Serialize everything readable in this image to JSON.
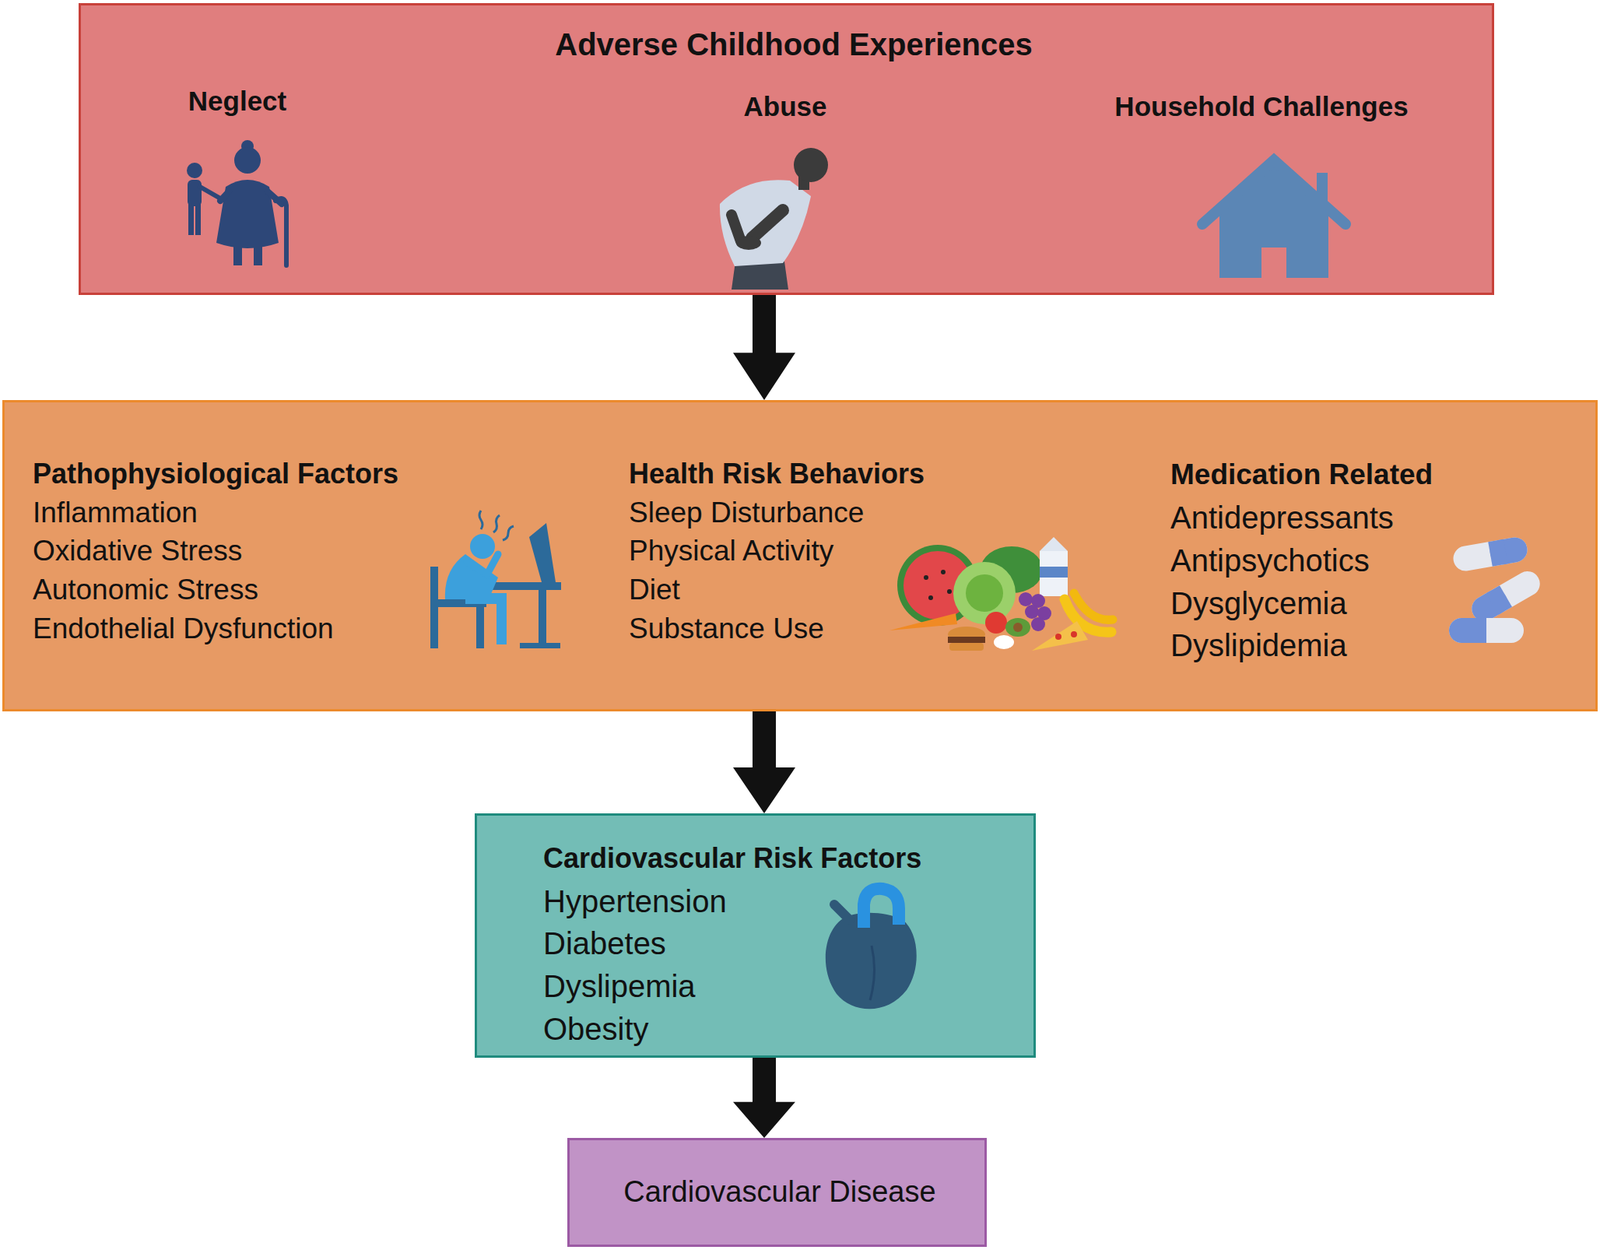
{
  "diagram": {
    "nodes": [
      {
        "text": [
          "Adverse Childhood Experiences",
          "Neglect",
          "Abuse",
          "Household Challenges"
        ]
      },
      {
        "text": [
          "Pathophysiological Factors",
          "Inflammation",
          "Oxidative Stress",
          "Autonomic Stress",
          "Endothelial Dysfunction",
          "Health Risk Behaviors",
          "Sleep Disturbance",
          "Physical Activity",
          "Diet",
          "Substance Use",
          "Medication Related",
          "Antidepressants",
          "Antipsychotics",
          "Dysglycemia",
          "Dyslipidemia"
        ]
      },
      {
        "text": [
          "Cardiovascular Risk Factors",
          "Hypertension",
          "Diabetes",
          "Dyslipemia",
          "Obesity"
        ]
      },
      {
        "text": [
          "Cardiovascular Disease"
        ]
      }
    ],
    "edges": [
      {
        "from": 0,
        "to": 1,
        "arrow": "to"
      },
      {
        "from": 1,
        "to": 2,
        "arrow": "to"
      },
      {
        "from": 2,
        "to": 3,
        "arrow": "to"
      }
    ]
  }
}
